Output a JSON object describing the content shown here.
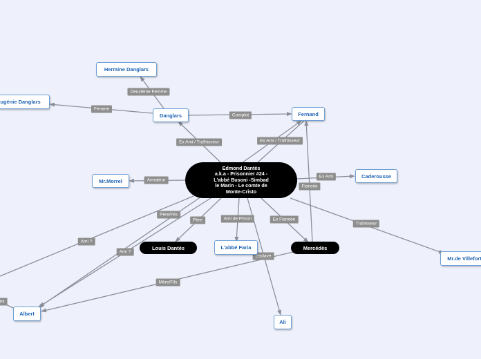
{
  "map": {
    "center": {
      "label": "Edmond Dantès\na.k.a - Prisonnier #24 -\nL'abbé Busoni -Simbad\nle Marin - Le comte de\nMonte-Cristo"
    },
    "nodes": {
      "hermine": "Hermine Danglars",
      "eugenie": "Eugénie Danglars",
      "danglars": "Danglars",
      "fernand": "Fernand",
      "morrel": "Mr.Morrel",
      "caderousse": "Caderousse",
      "louis": "Louis Dantès",
      "faria": "L'abbé Faria",
      "mercedes": "Mercédès",
      "villefort": "Mr.de Villefort",
      "albert": "Albert",
      "ali": "Ali"
    },
    "edge_labels": {
      "deuxieme_femme": "Deuxième Femme",
      "femme": "Femme",
      "complot": "Complot",
      "danglars_traitre": "Ex Ami / Traîhisseur",
      "fernand_traitre": "Ex Ami / Traîhisseur",
      "armateur": "Armateur",
      "caderousse_ami": "Ex Ami",
      "fiancee_fernand": "Fiancée",
      "pere_fils": "Père/Fils",
      "pere": "Père",
      "ami_prison": "Ami de Prison",
      "ex_fiancee": "Ex Fiancée",
      "trahisseur": "Trahisseur",
      "ami_1": "Ami ?",
      "ami_2": "Ami ?",
      "esclave": "Esclave",
      "mere_fils": "Mère/Fils",
      "ami_partial": "mi"
    }
  }
}
